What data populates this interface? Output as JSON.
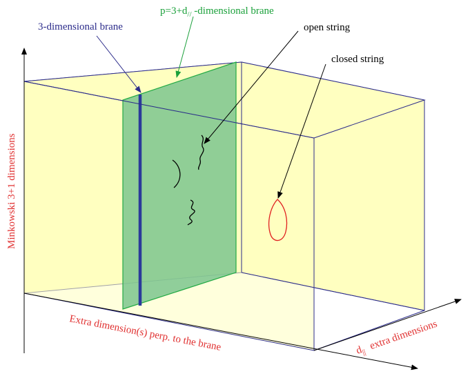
{
  "labels": {
    "three_brane": "3-dimensional brane",
    "p_brane_prefix": "p=3+d",
    "p_brane_sub": "//",
    "p_brane_suffix": " -dimensional brane",
    "open_string": "open string",
    "closed_string": "closed string",
    "minkowski_axis": "Minkowski 3+1 dimensions",
    "perp_axis": "Extra dimension(s) perp. to the brane",
    "parallel_axis_d": "d",
    "parallel_axis_sub": "||",
    "parallel_axis_rest": "extra dimensions"
  },
  "colors": {
    "box_fill": "#ffffc0",
    "box_edge": "#2b2b8a",
    "brane_fill": "#8ac999",
    "brane_edge": "#22aa44",
    "three_brane": "#2b3a9a",
    "label_green": "#1aa03a",
    "label_red": "#e03030",
    "label_blue": "#2b2b8a",
    "closed_string": "#e02020"
  }
}
